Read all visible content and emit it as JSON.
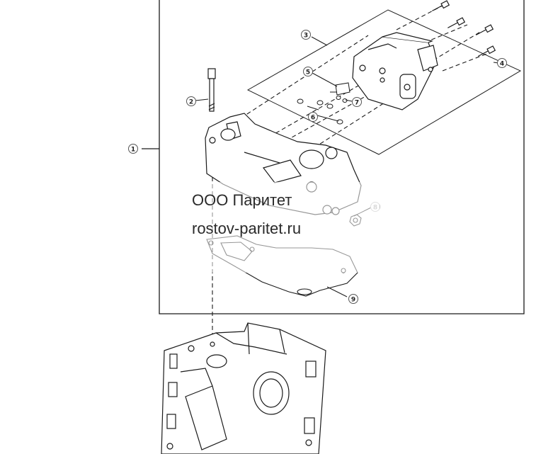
{
  "callouts": [
    {
      "id": "1",
      "label": "1"
    },
    {
      "id": "2",
      "label": "2"
    },
    {
      "id": "3",
      "label": "3"
    },
    {
      "id": "4",
      "label": "4"
    },
    {
      "id": "5",
      "label": "5"
    },
    {
      "id": "6",
      "label": "6"
    },
    {
      "id": "7",
      "label": "7"
    },
    {
      "id": "8",
      "label": "8"
    },
    {
      "id": "9",
      "label": "9"
    }
  ],
  "watermark": {
    "line1": "ООО Паритет",
    "line2": "rostov-paritet.ru"
  },
  "colors": {
    "line": "#1a1a1a",
    "callout_fill": "#ffffff",
    "callout_stroke": "#555555",
    "callout_faded": "#bbbbbb"
  }
}
